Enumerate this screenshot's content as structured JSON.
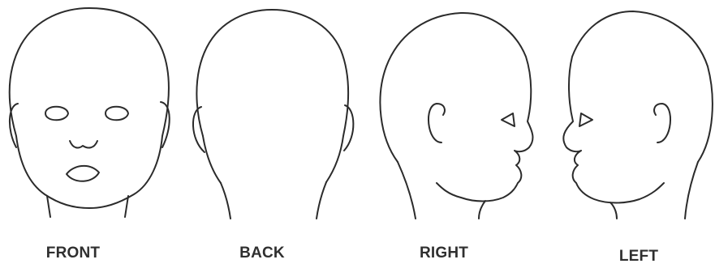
{
  "diagram": {
    "views": [
      {
        "id": "front",
        "label": "FRONT"
      },
      {
        "id": "back",
        "label": "BACK"
      },
      {
        "id": "right",
        "label": "RIGHT"
      },
      {
        "id": "left",
        "label": "LEFT"
      }
    ],
    "colors": {
      "background": "#ffffff",
      "line": "#2b2b2b",
      "label": "#2f2f2f"
    }
  }
}
